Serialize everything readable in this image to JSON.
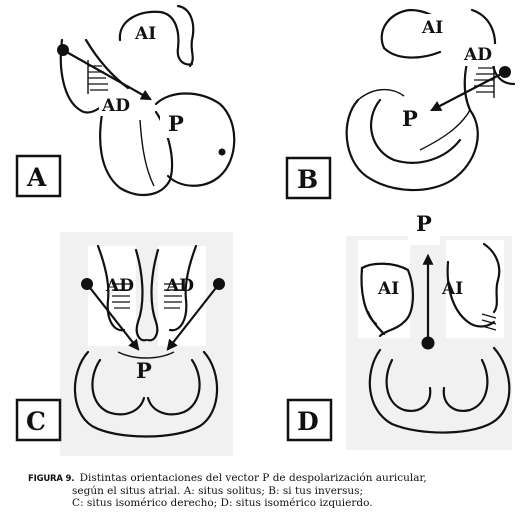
{
  "panels": [
    {
      "letter": "A",
      "labels": {
        "ai": "AI",
        "ad": "AD",
        "p": "P"
      }
    },
    {
      "letter": "B",
      "labels": {
        "ai": "AI",
        "ad": "AD",
        "p": "P"
      }
    },
    {
      "letter": "C",
      "labels": {
        "ad_left": "AD",
        "ad_right": "AD",
        "p": "P"
      }
    },
    {
      "letter": "D",
      "labels": {
        "ai_left": "AI",
        "ai_right": "AI",
        "p": "P"
      }
    }
  ],
  "caption": {
    "figure_label": "FIGURA 9.",
    "line1": "Distintas orientaciones del vector P de despolarización auricular,",
    "line2": "según el situs atrial. A: situs solitus; B: si tus inversus;",
    "line3": "C: situs isomérico derecho; D: situs isomérico izquierdo."
  }
}
